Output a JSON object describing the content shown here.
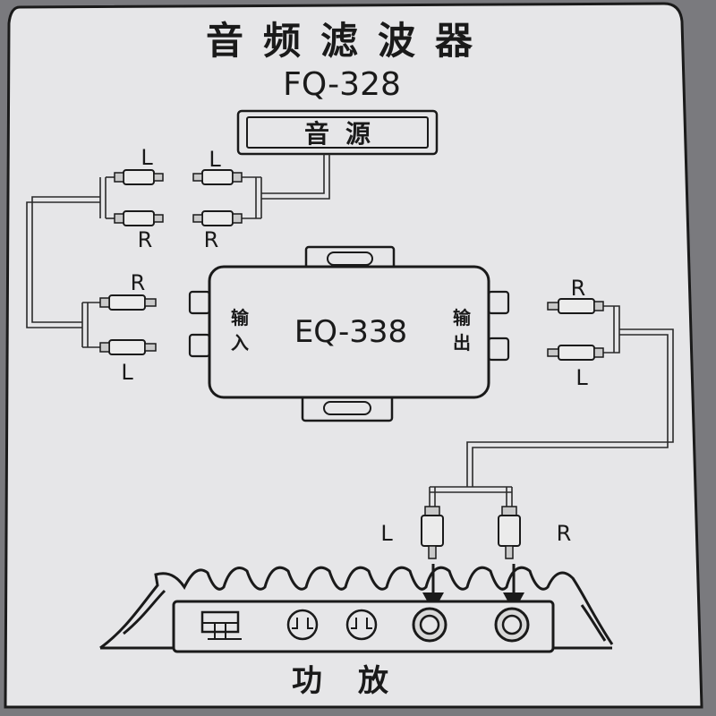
{
  "title": "音频滤波器",
  "model": "FQ-328",
  "source_label": "音源",
  "eq": {
    "name": "EQ-338",
    "input_label": [
      "输",
      "入"
    ],
    "output_label": [
      "输",
      "出"
    ]
  },
  "channel_labels": {
    "left": "L",
    "right": "R"
  },
  "amplifier_label": "功放",
  "colors": {
    "panel": "#e6e6e8",
    "ink": "#1a1a1a",
    "border": "#7a7a7e"
  }
}
